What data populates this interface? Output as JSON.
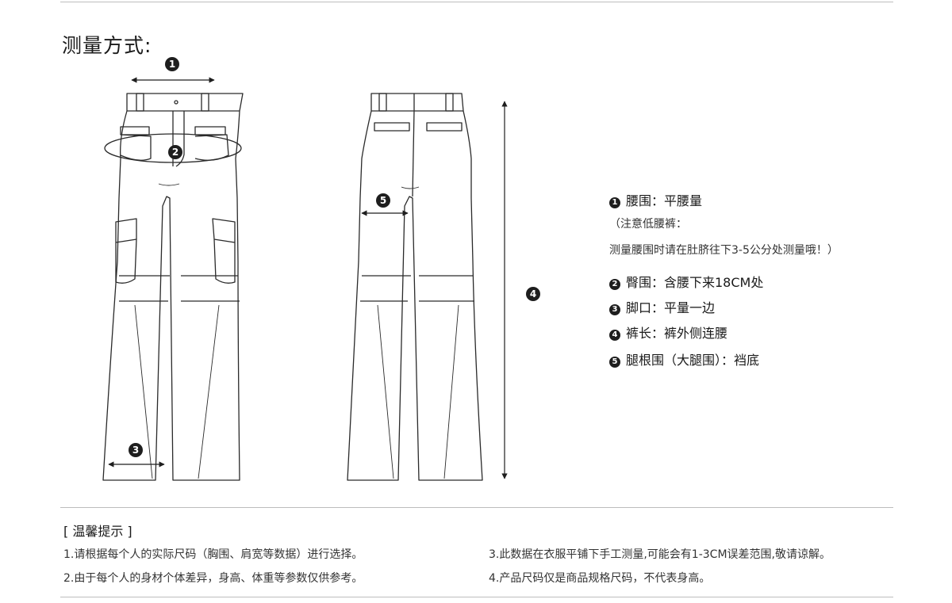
{
  "header": {
    "title": "测量方式:"
  },
  "diagram": {
    "badges": [
      "1",
      "2",
      "3",
      "4",
      "5"
    ]
  },
  "legend": {
    "items": [
      {
        "num": "1",
        "text": "腰围：平腰量"
      },
      {
        "num": "2",
        "text": "臀围：含腰下来18CM处"
      },
      {
        "num": "3",
        "text": "脚口：平量一边"
      },
      {
        "num": "4",
        "text": "裤长：裤外侧连腰"
      },
      {
        "num": "5",
        "text": "腿根围（大腿围）：裆底"
      }
    ],
    "note_line1": "（注意低腰裤：",
    "note_line2": "测量腰围时请在肚脐往下3-5公分处测量哦！）"
  },
  "tips": {
    "heading": "[ 温馨提示 ]",
    "items": [
      "1.请根据每个人的实际尺码（胸围、肩宽等数据）进行选择。",
      "2.由于每个人的身材个体差异，身高、体重等参数仅供参考。",
      "3.此数据在衣服平铺下手工测量,可能会有1-3CM误差范围,敬请谅解。",
      "4.产品尺码仅是商品规格尺码，不代表身高。"
    ]
  },
  "colors": {
    "ink": "#1e1e1e",
    "rule": "#bdbdbd",
    "background": "#ffffff"
  }
}
